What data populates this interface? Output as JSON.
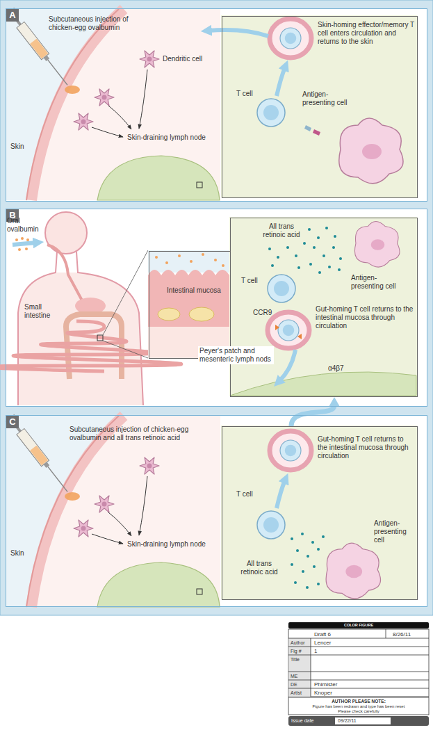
{
  "diagram": {
    "nodes": [
      {
        "text": [
          "A"
        ]
      },
      {
        "text": [
          "Skin-homing effector/memory T cell enters circulation and returns to the skin",
          "T cell",
          "Antigen-presenting cell"
        ],
        "in": 0
      },
      {
        "text": [
          "B"
        ]
      },
      {
        "text": [
          "Intestinal mucosa"
        ],
        "in": 2
      },
      {
        "text": [
          "All trans retinoic acid",
          "T cell",
          "Antigen-presenting cell",
          "CCR9",
          "Gut-homing T cell returns to the intestinal mucosa through circulation",
          "α4β7"
        ],
        "in": 2
      },
      {
        "text": [
          "C"
        ]
      },
      {
        "text": [
          "Gut-homing T cell returns to the intestinal mucosa through circulation",
          "T cell",
          "Antigen-presenting cell",
          "All trans retinoic acid"
        ],
        "in": 5
      }
    ],
    "edges": [
      {
        "from": 6,
        "to": 4,
        "arrow": "to"
      }
    ],
    "labels": [
      "Subcutaneous injection of chicken-egg ovalbumin",
      "Dendritic cell",
      "Skin",
      "Skin-draining lymph node",
      "Oral ovalbumin",
      "Small intestine",
      "Peyer's patch and mesenteric lymph nods",
      "Subcutaneous injection of chicken-egg ovalbumin and all trans retinoic acid",
      "Skin",
      "Skin-draining lymph node",
      "COLOR FIGURE",
      "Draft 6",
      "8/26/11",
      "Author",
      "Lencer",
      "Fig #",
      "1",
      "Title",
      "ME",
      "DE",
      "Phimister",
      "Artist",
      "Knoper",
      "AUTHOR PLEASE NOTE:",
      "Figure has been redrawn and type has been reset",
      "Please check carefully",
      "Issue date",
      "09/22/11"
    ]
  }
}
